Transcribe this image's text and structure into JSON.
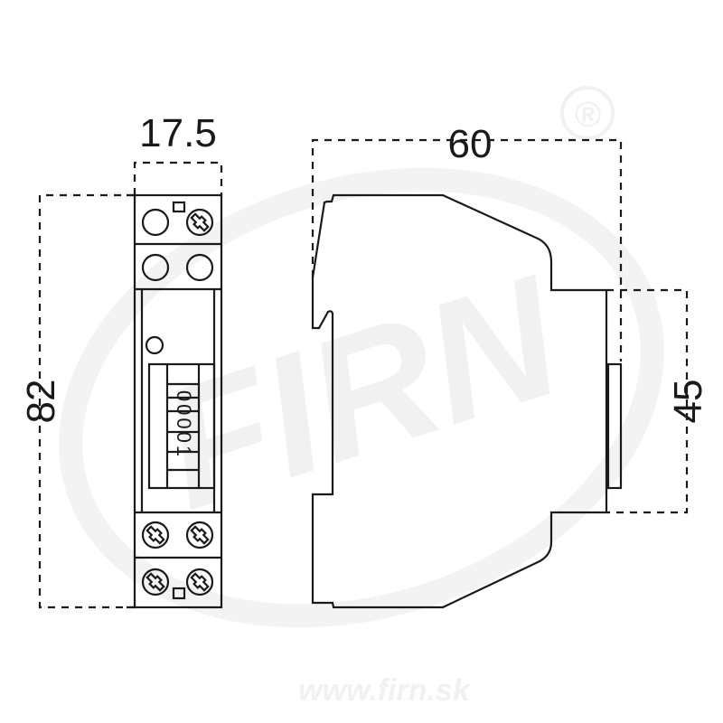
{
  "dimensions": {
    "width_front": "17.5",
    "height": "82",
    "depth": "60",
    "front_height": "45"
  },
  "counter": {
    "digits": "00001"
  },
  "watermark": {
    "logo": "FIRN",
    "registered": "®",
    "website": "www.firn.sk"
  },
  "colors": {
    "line": "#1a1a1a",
    "watermark": "#f1f1f1"
  }
}
